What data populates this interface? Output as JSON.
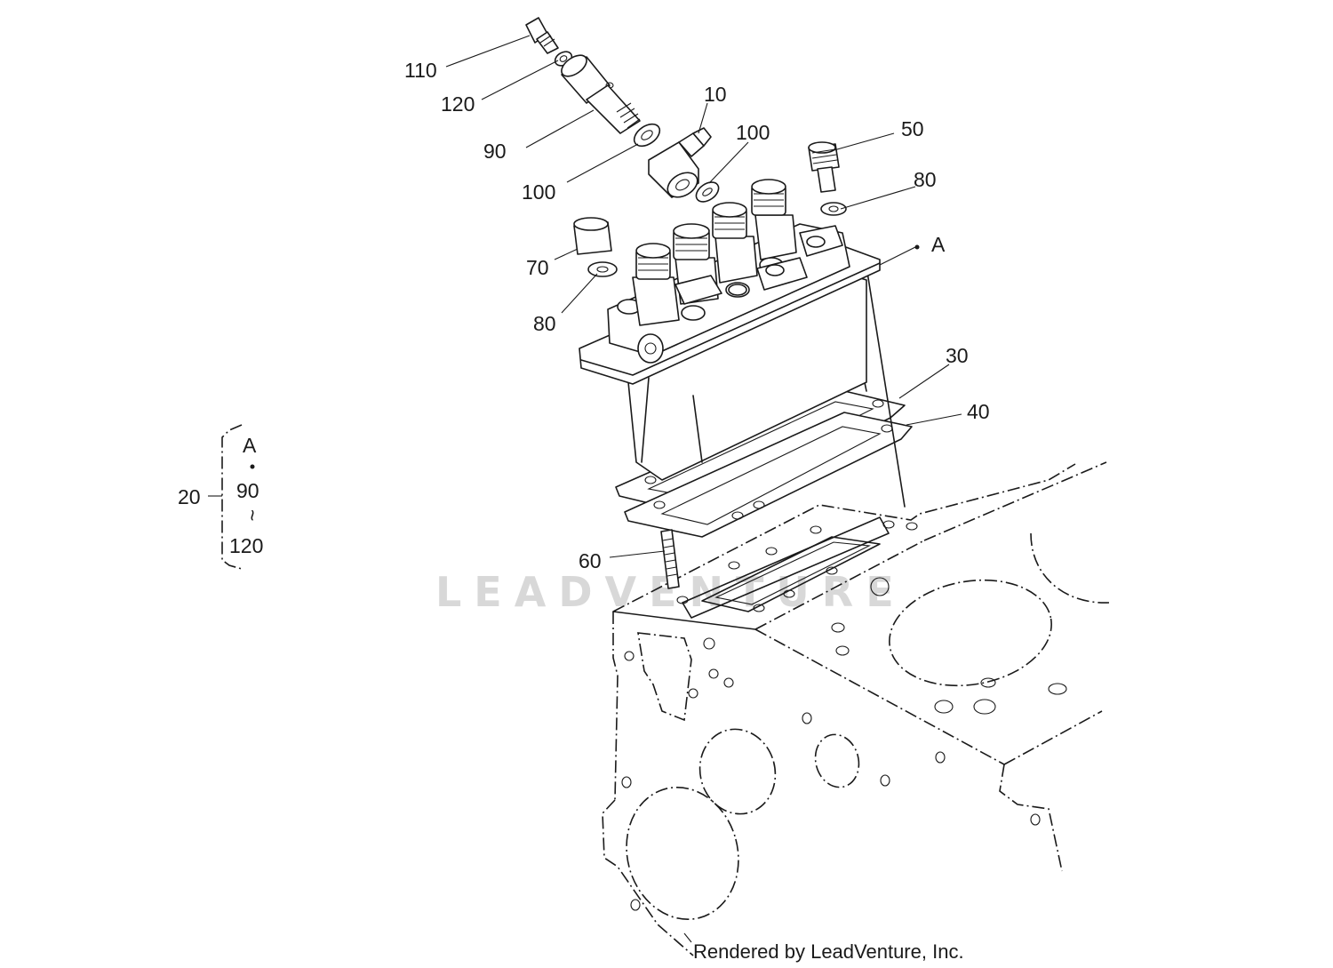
{
  "callouts": {
    "c110": "110",
    "c120_top": "120",
    "c90": "90",
    "c10": "10",
    "c100_left": "100",
    "c100_right": "100",
    "c50": "50",
    "c80_right": "80",
    "cA": "A",
    "c70": "70",
    "c80_left": "80",
    "c30": "30",
    "c40": "40",
    "c60": "60"
  },
  "assembly_key": {
    "ref": "20",
    "top": "A",
    "middle": "90",
    "tilde": "~",
    "bottom": "120"
  },
  "watermark": "LEADVENTURE",
  "footer": "Rendered by LeadVenture, Inc."
}
